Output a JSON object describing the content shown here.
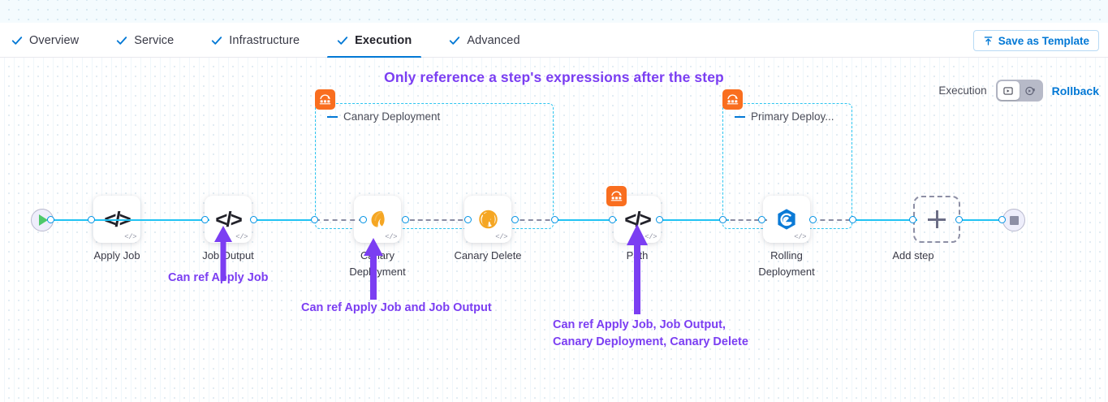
{
  "tabs": [
    {
      "label": "Overview",
      "icon": "check-icon",
      "active": false
    },
    {
      "label": "Service",
      "icon": "check-icon",
      "active": false
    },
    {
      "label": "Infrastructure",
      "icon": "check-icon",
      "active": false
    },
    {
      "label": "Execution",
      "icon": "check-icon",
      "active": true
    },
    {
      "label": "Advanced",
      "icon": "check-icon",
      "active": false
    }
  ],
  "header": {
    "save_template_label": "Save as Template",
    "save_template_icon": "upload-template-icon"
  },
  "canvas": {
    "banner": "Only reference a step's expressions after the step",
    "toolbar": {
      "execution_label": "Execution",
      "rollback_label": "Rollback",
      "toggle_execution_icon": "execution-play-box-icon",
      "toggle_rollback_icon": "rollback-play-circle-icon",
      "selected": "execution"
    },
    "start_node_icon": "play-start-icon",
    "end_node_icon": "stop-end-icon",
    "add_step_label": "Add step",
    "add_step_icon": "plus-icon",
    "nodes": [
      {
        "name": "Apply Job",
        "icon": "shell-script-code-icon",
        "badge": "code-mini-icon"
      },
      {
        "name": "Job Output",
        "icon": "shell-script-code-icon",
        "badge": "code-mini-icon"
      },
      {
        "name": "Canary\nDeployment",
        "icon": "canary-bird-icon",
        "badge": "code-mini-icon"
      },
      {
        "name": "Canary Delete",
        "icon": "canary-delete-icon",
        "badge": "code-mini-icon"
      },
      {
        "name": "Path",
        "icon": "shell-script-code-icon",
        "badge": "code-mini-icon",
        "group_badge": "step-group-icon"
      },
      {
        "name": "Rolling\nDeployment",
        "icon": "rolling-deployment-icon",
        "badge": "code-mini-icon"
      }
    ],
    "groups": [
      {
        "title": "Canary Deployment",
        "badge_icon": "step-group-icon",
        "collapse_icon": "collapse-dash-icon"
      },
      {
        "title": "Primary Deploy...",
        "badge_icon": "step-group-icon",
        "collapse_icon": "collapse-dash-icon"
      }
    ],
    "annotations": [
      {
        "text": "Can ref Apply Job",
        "arrow": "up-arrow-icon"
      },
      {
        "text": "Can ref Apply Job and Job Output",
        "arrow": "up-arrow-icon"
      },
      {
        "text": "Can ref Apply Job, Job Output,\nCanary Deployment, Canary Delete",
        "arrow": "up-arrow-icon"
      }
    ]
  },
  "colors": {
    "accent_blue": "#0278d5",
    "link_cyan": "#22c3f3",
    "group_border": "#2cc5f0",
    "annotation_purple": "#7b3ef2",
    "badge_orange": "#f96e1f",
    "canary_orange": "#f5a623",
    "rolling_blue": "#0b7ad6"
  }
}
